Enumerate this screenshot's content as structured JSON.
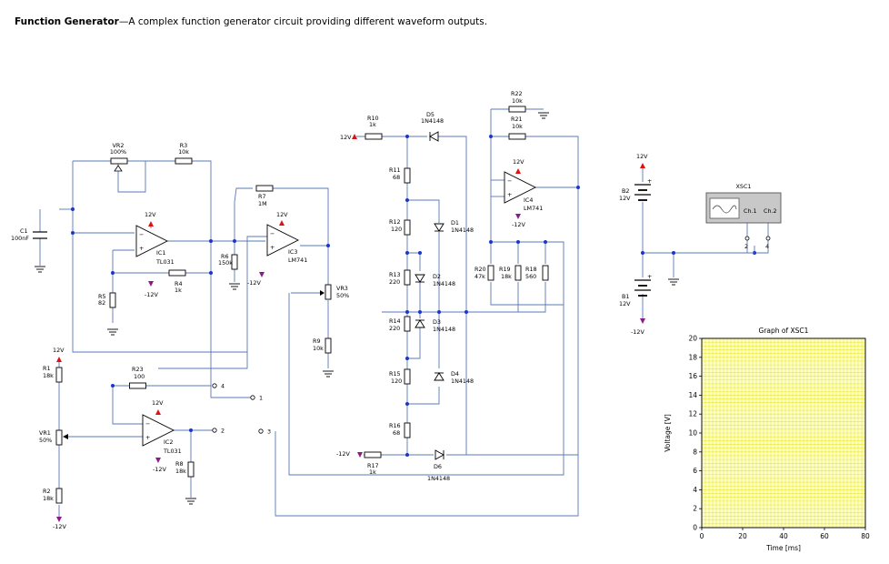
{
  "header": {
    "title": "Function Generator",
    "dash": "—",
    "description": "A complex function generator circuit providing different waveform outputs."
  },
  "labels": {
    "vr2": {
      "name": "VR2",
      "value": "100%"
    },
    "r3": {
      "name": "R3",
      "value": "10k"
    },
    "c1": {
      "name": "C1",
      "value": "100nF"
    },
    "ic1": {
      "name": "IC1",
      "value": "TL031"
    },
    "r4": {
      "name": "R4",
      "value": "1k"
    },
    "r5": {
      "name": "R5",
      "value": "82"
    },
    "r7": {
      "name": "R7",
      "value": "1M"
    },
    "ic3": {
      "name": "IC3",
      "value": "LM741"
    },
    "r6": {
      "name": "R6",
      "value": "150k"
    },
    "vr3": {
      "name": "VR3",
      "value": "50%"
    },
    "r9": {
      "name": "R9",
      "value": "10k"
    },
    "r1": {
      "name": "R1",
      "value": "18k"
    },
    "vr1": {
      "name": "VR1",
      "value": "50%"
    },
    "r2": {
      "name": "R2",
      "value": "18k"
    },
    "r23": {
      "name": "R23",
      "value": "100"
    },
    "ic2": {
      "name": "IC2",
      "value": "TL031"
    },
    "r8": {
      "name": "R8",
      "value": "18k"
    },
    "r10": {
      "name": "R10",
      "value": "1k"
    },
    "d5": {
      "name": "D5",
      "value": "1N4148"
    },
    "r11": {
      "name": "R11",
      "value": "68"
    },
    "r12": {
      "name": "R12",
      "value": "120"
    },
    "r13": {
      "name": "R13",
      "value": "220"
    },
    "r14": {
      "name": "R14",
      "value": "220"
    },
    "r15": {
      "name": "R15",
      "value": "120"
    },
    "r16": {
      "name": "R16",
      "value": "68"
    },
    "r17": {
      "name": "R17",
      "value": "1k"
    },
    "d1": {
      "name": "D1",
      "value": "1N4148"
    },
    "d2": {
      "name": "D2",
      "value": "1N4148"
    },
    "d3": {
      "name": "D3",
      "value": "1N4148"
    },
    "d4": {
      "name": "D4",
      "value": "1N4148"
    },
    "d6": {
      "name": "D6",
      "value": "1N4148"
    },
    "r22": {
      "name": "R22",
      "value": "10k"
    },
    "r21": {
      "name": "R21",
      "value": "10k"
    },
    "ic4": {
      "name": "IC4",
      "value": "LM741"
    },
    "r20": {
      "name": "R20",
      "value": "47k"
    },
    "r19": {
      "name": "R19",
      "value": "18k"
    },
    "r18": {
      "name": "R18",
      "value": "560"
    },
    "b2": {
      "name": "B2",
      "value": "12V"
    },
    "b1": {
      "name": "B1",
      "value": "12V"
    },
    "xsc1": {
      "name": "XSC1",
      "ch1": "Ch.1",
      "ch2": "Ch.2",
      "pin2": "2",
      "pin4": "4"
    },
    "probes": {
      "1": "1",
      "2": "2",
      "3": "3",
      "4": "4"
    },
    "pos12": "12V",
    "neg12": "-12V"
  },
  "graph": {
    "title": "Graph of XSC1",
    "xlabel": "Time [ms]",
    "ylabel": "Voltage [V]",
    "xticks": [
      "0",
      "20",
      "40",
      "60",
      "80"
    ],
    "yticks": [
      "0",
      "2",
      "4",
      "6",
      "8",
      "10",
      "12",
      "14",
      "16",
      "18",
      "20"
    ],
    "grid_color": "#e8e832",
    "bg_color": "#ffffcc"
  },
  "colors": {
    "wire": "#5a78b8",
    "junction": "#1a36c8",
    "vcc_arrow": "#e01010",
    "vee_arrow": "#8a1a8a"
  }
}
